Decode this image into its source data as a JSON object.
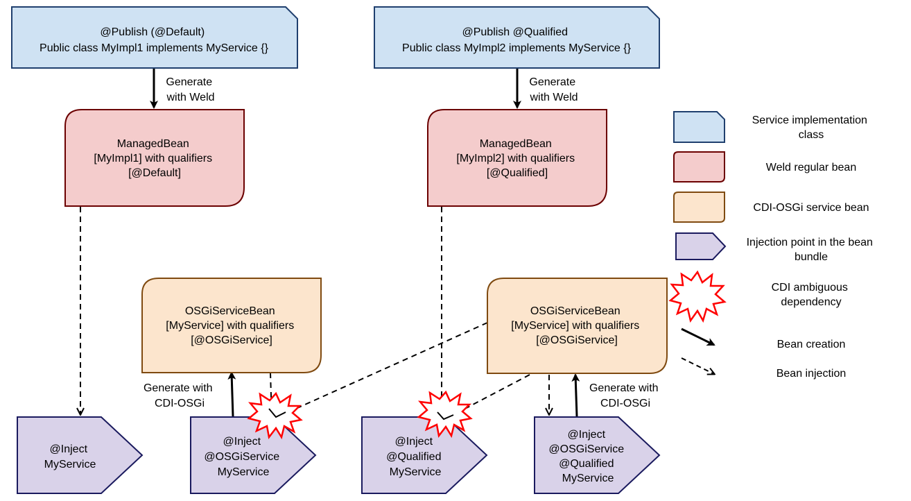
{
  "colors": {
    "service_impl_fill": "#cfe2f3",
    "service_impl_stroke": "#1f3f6e",
    "weld_bean_fill": "#f4cccc",
    "weld_bean_stroke": "#6b0000",
    "osgi_bean_fill": "#fce5cd",
    "osgi_bean_stroke": "#7f4a10",
    "injection_fill": "#d9d2e9",
    "injection_stroke": "#1a1a5e",
    "ambiguous_stroke": "#ff0000",
    "ambiguous_fill": "#ffffff"
  },
  "service_impls": [
    {
      "lines": [
        "@Publish (@Default)",
        "Public class MyImpl1 implements MyService {}"
      ]
    },
    {
      "lines": [
        "@Publish @Qualified",
        "Public class MyImpl2 implements MyService {}"
      ]
    }
  ],
  "weld_beans": [
    {
      "lines": [
        "ManagedBean",
        "[MyImpl1] with qualifiers",
        "[@Default]"
      ]
    },
    {
      "lines": [
        "ManagedBean",
        "[MyImpl2] with qualifiers",
        "[@Qualified]"
      ]
    }
  ],
  "osgi_beans": [
    {
      "lines": [
        "OSGiServiceBean",
        "[MyService] with qualifiers",
        "[@OSGiService]"
      ]
    },
    {
      "lines": [
        "OSGiServiceBean",
        "[MyService] with qualifiers",
        "[@OSGiService]"
      ]
    }
  ],
  "injection_points": [
    {
      "lines": [
        "@Inject",
        "MyService"
      ]
    },
    {
      "lines": [
        "@Inject",
        "@OSGiService",
        "MyService"
      ]
    },
    {
      "lines": [
        "@Inject",
        "@Qualified",
        "MyService"
      ]
    },
    {
      "lines": [
        "@Inject",
        "@OSGiService",
        "@Qualified",
        "MyService"
      ]
    }
  ],
  "edge_labels": {
    "generate_weld_1": [
      "Generate",
      "with Weld"
    ],
    "generate_weld_2": [
      "Generate",
      "with Weld"
    ],
    "generate_osgi_1": [
      "Generate with",
      "CDI-OSGi"
    ],
    "generate_osgi_2": [
      "Generate with",
      "CDI-OSGi"
    ]
  },
  "legend": [
    {
      "icon": "service-implementation-shape",
      "lines": [
        "Service implementation",
        "class"
      ]
    },
    {
      "icon": "weld-regular-bean-shape",
      "lines": [
        "Weld regular bean"
      ]
    },
    {
      "icon": "cdi-osgi-service-bean-shape",
      "lines": [
        "CDI-OSGi service bean"
      ]
    },
    {
      "icon": "injection-point-shape",
      "lines": [
        "Injection point in the bean",
        "bundle"
      ]
    },
    {
      "icon": "ambiguous-dependency-starburst",
      "lines": [
        "CDI ambiguous",
        "dependency"
      ]
    },
    {
      "icon": "solid-arrow",
      "lines": [
        "Bean creation"
      ]
    },
    {
      "icon": "dashed-arrow",
      "lines": [
        "Bean injection"
      ]
    }
  ]
}
